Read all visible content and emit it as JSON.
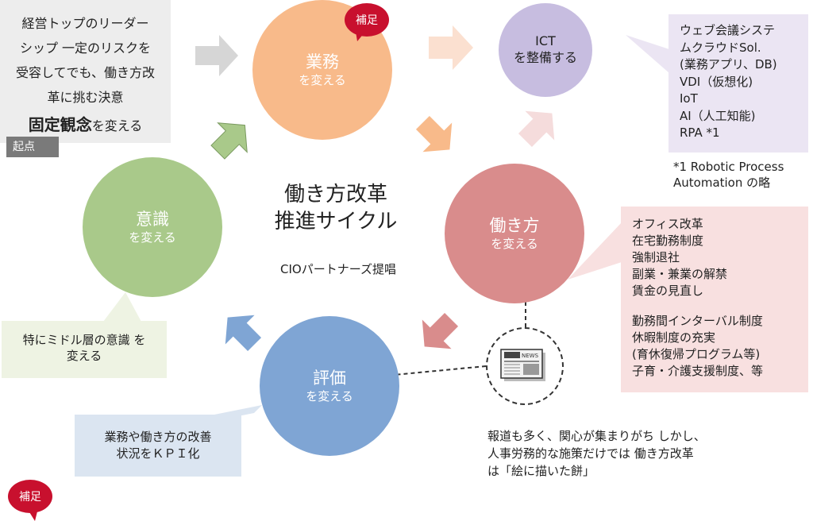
{
  "cycle": {
    "title_line1": "働き方改革",
    "title_line2": "推進サイクル",
    "credit": "CIOパートナーズ提唱"
  },
  "nodes": {
    "gyomu": {
      "title": "業務",
      "sub": "を変える",
      "color": "#f8ba8a"
    },
    "hatarakikata": {
      "title": "働き方",
      "sub": "を変える",
      "color": "#d98c8c"
    },
    "hyoka": {
      "title": "評価",
      "sub": "を変える",
      "color": "#7fa5d4"
    },
    "ishiki": {
      "title": "意識",
      "sub": "を変える",
      "color": "#a9c98a"
    },
    "ict": {
      "title": "ICT",
      "sub": "を整備する",
      "color": "#c7bde0",
      "text_color": "#222222"
    }
  },
  "start_box": {
    "lines": [
      "経営トップのリーダー",
      "シップ 一定のリスクを",
      "受容してでも、働き方改",
      "革に挑む決意"
    ],
    "emph_bold": "固定観念",
    "emph_rest": "を変える",
    "tag": "起点"
  },
  "ict_box": {
    "lines": [
      "ウェブ会議システ",
      "ムクラウドSol.",
      "(業務アプリ、DB)",
      "VDI（仮想化)",
      "IoT",
      "AI（人工知能)",
      "RPA *1"
    ]
  },
  "footnote": {
    "line1": "*1 Robotic Process",
    "line2": "Automation の略"
  },
  "work_box": {
    "group1": [
      "オフィス改革",
      "在宅勤務制度",
      "強制退社",
      "副業・兼業の解禁",
      "賃金の見直し"
    ],
    "group2": [
      "勤務間インターバル制度",
      "休暇制度の充実",
      "(育休復帰プログラム等)",
      "子育・介護支援制度、等"
    ]
  },
  "mind_box": {
    "line1": "特にミドル層の意識 を",
    "line2": "変える"
  },
  "kpi_box": {
    "line1": "業務や働き方の改善",
    "line2": "状況をＫＰＩ化"
  },
  "news_caption": {
    "line1": "報道も多く、関心が集まりがち しかし、",
    "line2": "人事労務的な施策だけでは 働き方改革",
    "line3": "は「絵に描いた餅」"
  },
  "newspaper_masthead": "NEWS",
  "supplement_label": "補足",
  "supplement_label_bottom": "補足"
}
